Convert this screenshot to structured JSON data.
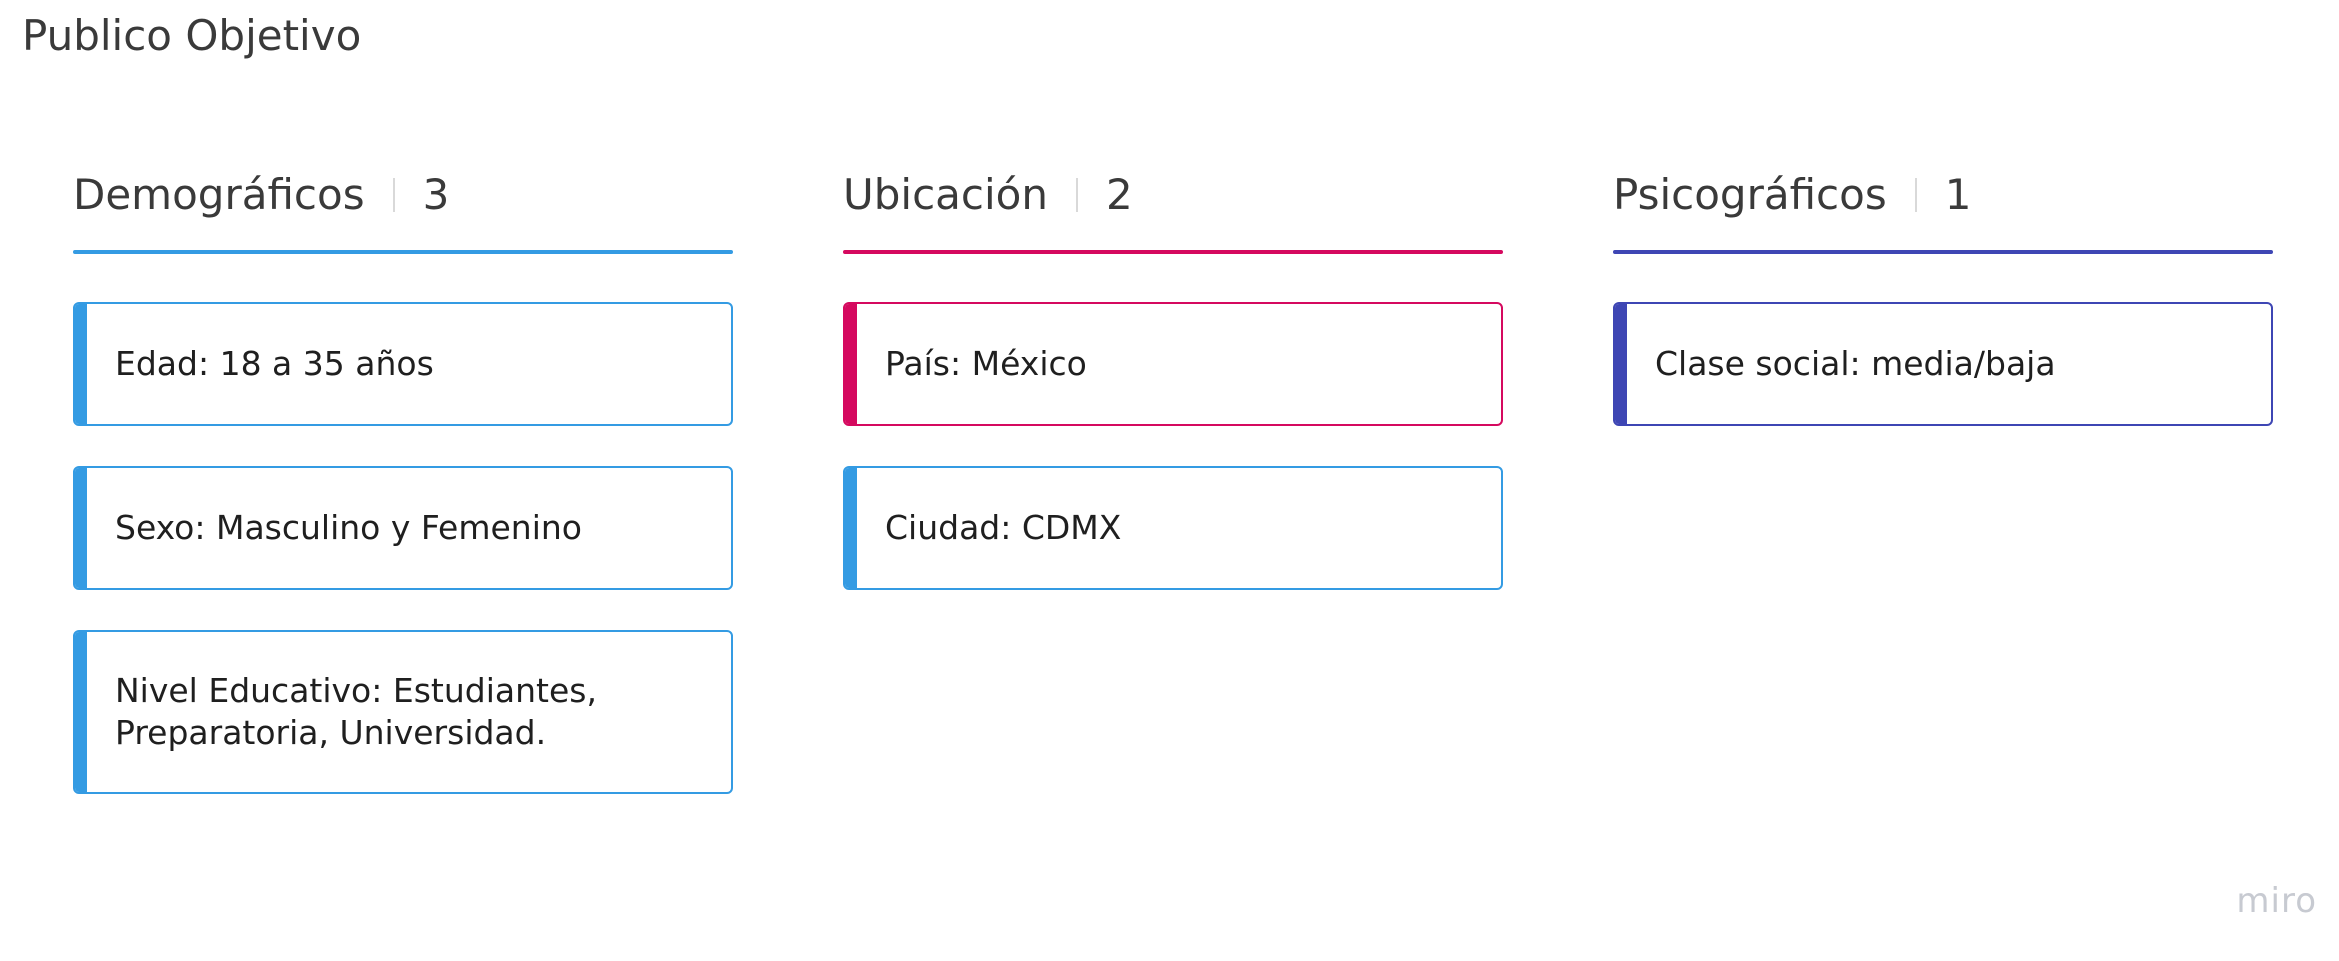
{
  "board": {
    "title": "Publico Objetivo"
  },
  "columns": [
    {
      "name": "Demográficos",
      "count": "3",
      "color": "#349be3",
      "cards": [
        "Edad: 18 a 35 años",
        "Sexo: Masculino y Femenino",
        "Nivel Educativo: Estudiantes, Preparatoria, Universidad."
      ]
    },
    {
      "name": "Ubicación",
      "count": "2",
      "color": "#d5095f",
      "cards": [
        "País: México",
        "Ciudad: CDMX"
      ],
      "card_colors": [
        "#d5095f",
        "#349be3"
      ]
    },
    {
      "name": "Psicográficos",
      "count": "1",
      "color": "#3e46b4",
      "cards": [
        "Clase social: media/baja"
      ]
    }
  ],
  "watermark": "miro"
}
